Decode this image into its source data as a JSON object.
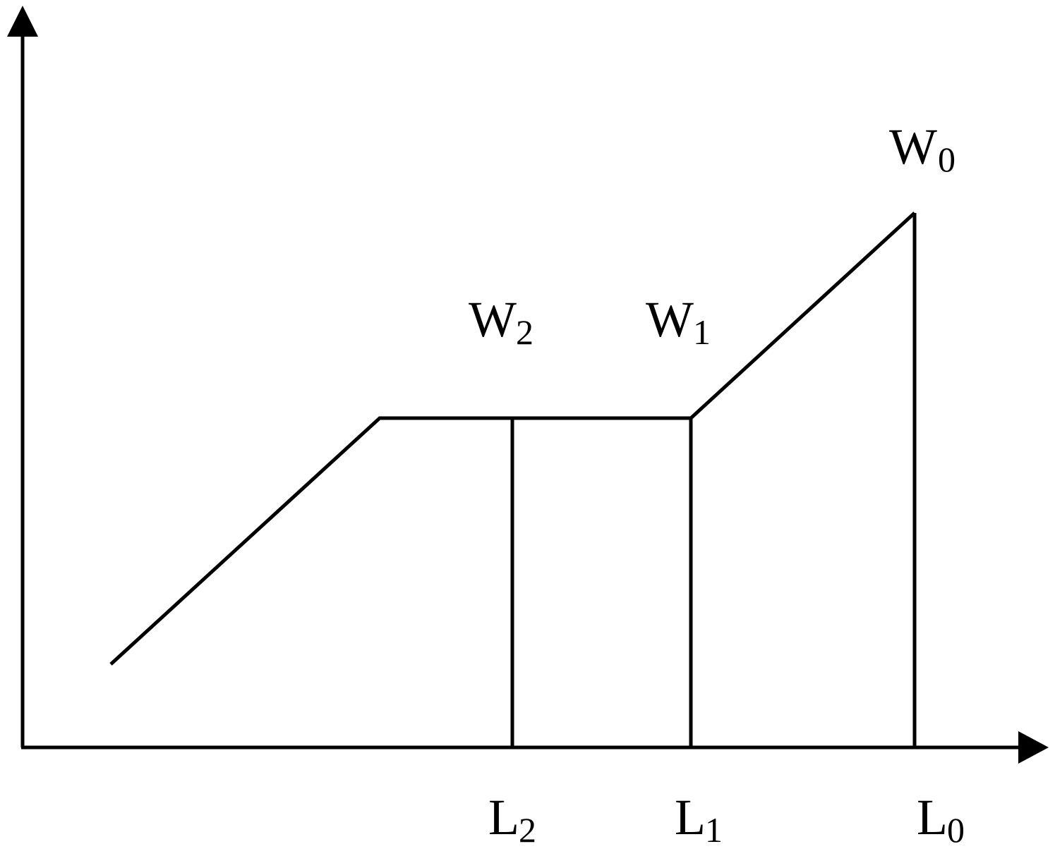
{
  "colors": {
    "ink": "#000000",
    "background": "#ffffff"
  },
  "labels": {
    "w0": {
      "base": "W",
      "sub": "0"
    },
    "w1": {
      "base": "W",
      "sub": "1"
    },
    "w2": {
      "base": "W",
      "sub": "2"
    },
    "l0": {
      "base": "L",
      "sub": "0"
    },
    "l1": {
      "base": "L",
      "sub": "1"
    },
    "l2": {
      "base": "L",
      "sub": "2"
    }
  }
}
